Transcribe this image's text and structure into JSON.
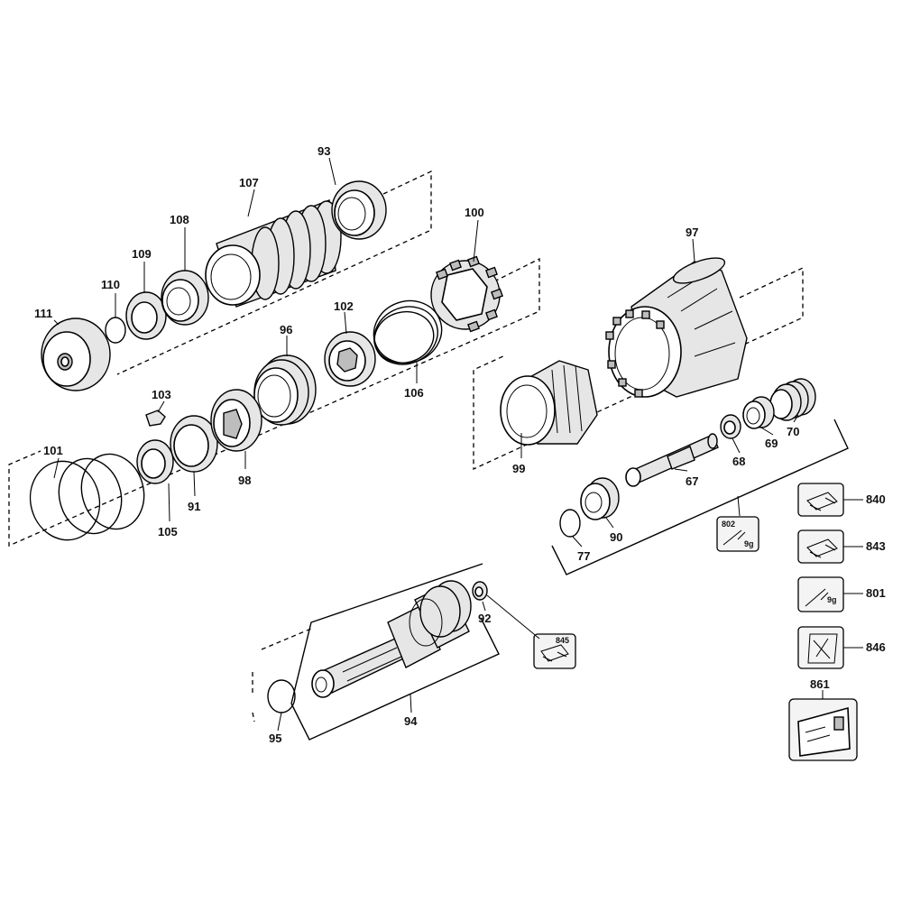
{
  "callouts": {
    "p93": "93",
    "p107": "107",
    "p108": "108",
    "p109": "109",
    "p110": "110",
    "p111": "111",
    "p100": "100",
    "p97": "97",
    "p102": "102",
    "p96": "96",
    "p106": "106",
    "p103": "103",
    "p101": "101",
    "p105": "105",
    "p91": "91",
    "p98": "98",
    "p99": "99",
    "p68": "68",
    "p69": "69",
    "p70": "70",
    "p67": "67",
    "p90": "90",
    "p77": "77",
    "p92": "92",
    "p94": "94",
    "p95": "95",
    "p840": "840",
    "p843": "843",
    "p801": "801",
    "p846": "846",
    "p861": "861",
    "p845": "845",
    "p802": "802"
  },
  "weights": {
    "w802": "9g",
    "w801": "9g"
  }
}
